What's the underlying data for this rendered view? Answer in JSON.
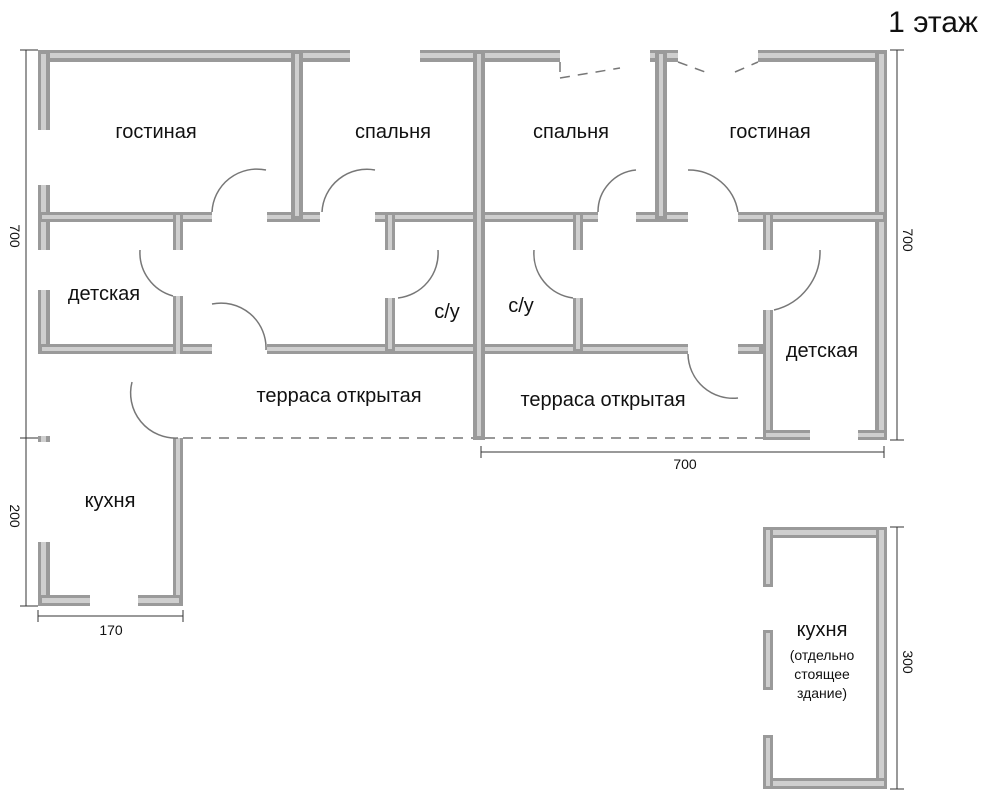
{
  "title": "1 этаж",
  "rooms": {
    "living_left": "гостиная",
    "bedroom_1": "спальня",
    "bedroom_2": "спальня",
    "living_right": "гостиная",
    "kids_left": "детская",
    "wc_left": "с/у",
    "wc_right": "с/у",
    "kids_right": "детская",
    "terrace_left": "терраса открытая",
    "terrace_right": "терраса открытая",
    "kitchen": "кухня",
    "kitchen_separate": "кухня",
    "kitchen_note_1": "(отдельно",
    "kitchen_note_2": "стоящее",
    "kitchen_note_3": "здание)"
  },
  "dimensions": {
    "left_height": "700",
    "right_height": "700",
    "kitchen_height": "200",
    "kitchen_width": "170",
    "right_width": "700",
    "separate_kitchen_height": "300"
  }
}
